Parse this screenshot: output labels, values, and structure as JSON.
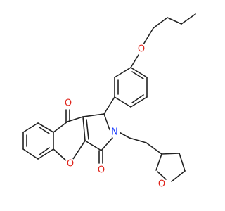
{
  "diagram": {
    "type": "chemical-structure",
    "colors": {
      "bond": "#222222",
      "oxygen": "#e0241b",
      "nitrogen": "#1a3cff",
      "background": "#ffffff"
    },
    "atoms": {
      "o_carbonyl_top": "O",
      "o_carbonyl_bottom": "O",
      "o_chromene_ring": "O",
      "o_ether": "O",
      "o_thf_ring": "O",
      "n_pyrrole": "N"
    }
  }
}
